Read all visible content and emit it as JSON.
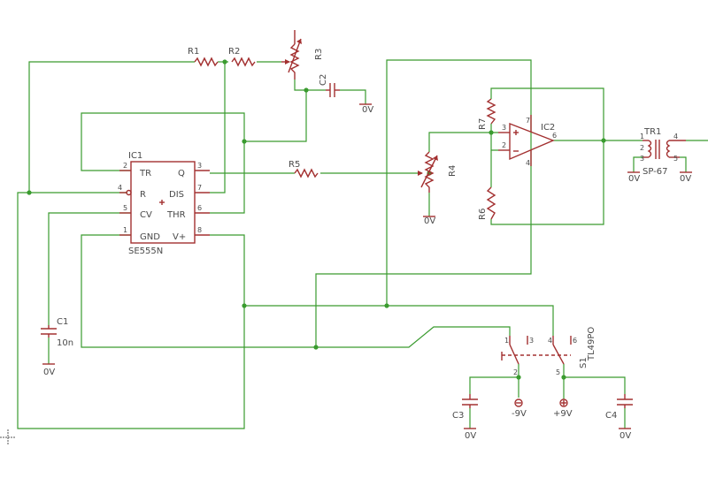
{
  "parts": {
    "r1": "R1",
    "r2": "R2",
    "r3": "R3",
    "r4": "R4",
    "r5": "R5",
    "r6": "R6",
    "r7": "R7",
    "c1": "C1",
    "c1_value": "10n",
    "c2": "C2",
    "c3": "C3",
    "c4": "C4",
    "ic1": "IC1",
    "ic1_value": "SE555N",
    "ic2": "IC2",
    "tr1": "TR1",
    "tr1_value": "SP-67",
    "s1": "S1",
    "s1_value": "TL49PO"
  },
  "ic1_pins": {
    "tr": "TR",
    "q": "Q",
    "r": "R",
    "dis": "DIS",
    "cv": "CV",
    "thr": "THR",
    "gnd": "GND",
    "vplus": "V+",
    "n1": "1",
    "n2": "2",
    "n3": "3",
    "n4": "4",
    "n5": "5",
    "n6": "6",
    "n7": "7",
    "n8": "8"
  },
  "ic2_pins": {
    "n2": "2",
    "n3": "3",
    "n4": "4",
    "n6": "6",
    "n7": "7"
  },
  "tr1_pins": {
    "n1": "1",
    "n2": "2",
    "n3": "3",
    "n4": "4",
    "n5": "5"
  },
  "s1_pins": {
    "n1": "1",
    "n2": "2",
    "n3": "3",
    "n4": "4",
    "n5": "5",
    "n6": "6"
  },
  "supplies": {
    "gnd": "0V",
    "neg": "-9V",
    "pos": "+9V"
  },
  "colors": {
    "wire": "#3a9b2f",
    "part": "#a33030",
    "text": "#4a4a4a"
  }
}
